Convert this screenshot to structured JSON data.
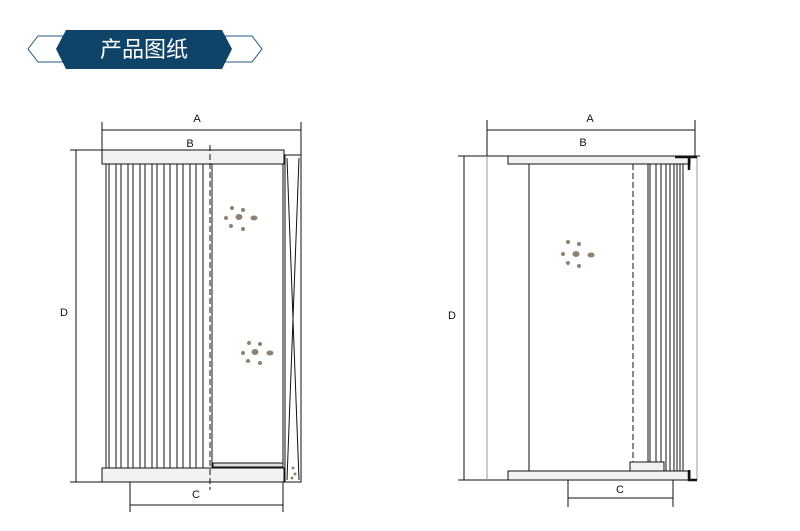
{
  "header": {
    "title": "产品图纸",
    "banner_color": "#0f4468"
  },
  "drawings": [
    {
      "name": "left-filter",
      "labels": {
        "a": "A",
        "b": "B",
        "c": "C",
        "d": "D"
      }
    },
    {
      "name": "right-filter",
      "labels": {
        "a": "A",
        "b": "B",
        "c": "C",
        "d": "D"
      }
    }
  ],
  "colors": {
    "line": "#111111",
    "cap_fill": "#f2f2f2",
    "dots": "#8d8171"
  }
}
